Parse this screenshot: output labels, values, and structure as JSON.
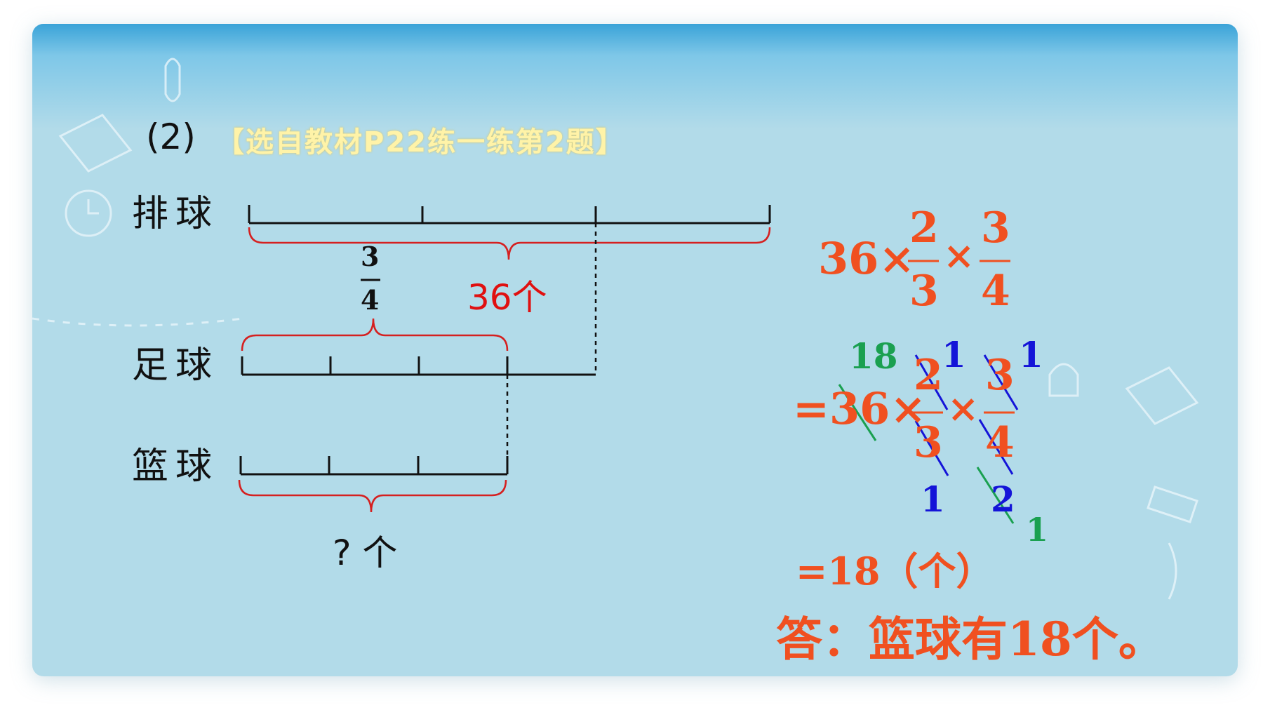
{
  "header": {
    "problem_number": "(2)",
    "source": "【选自教材P22练一练第2题】"
  },
  "diagram": {
    "row_volleyball": "排球",
    "row_football": "足球",
    "row_basketball": "篮球",
    "fraction_num": "3",
    "fraction_den": "4",
    "total_label": "36个",
    "unknown_label": "? 个"
  },
  "solution": {
    "expr_whole": "36×",
    "expr_frac1_num": "2",
    "expr_frac1_den": "3",
    "expr_times": "×",
    "expr_frac2_num": "3",
    "expr_frac2_den": "4",
    "step2_prefix": "=36×",
    "cancel_18": "18",
    "cancel_1a": "1",
    "cancel_1b": "1",
    "cancel_1c": "1",
    "cancel_2": "2",
    "cancel_1d": "1",
    "result": "=18（个）",
    "answer": "答：篮球有18个。"
  },
  "colors": {
    "accent": "#f05020",
    "green": "#1aa050",
    "blue": "#1414d8",
    "red": "#e01010"
  }
}
